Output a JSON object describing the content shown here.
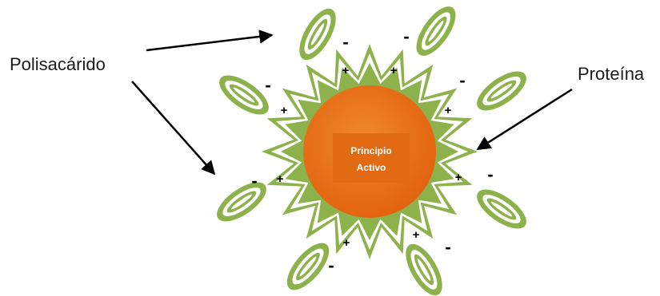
{
  "labels": {
    "polysaccharide": "Polisacárido",
    "protein": "Proteína",
    "core_line1": "Principio",
    "core_line2": "Activo"
  },
  "signs": {
    "plus": "+",
    "minus": "-"
  },
  "colors": {
    "core_orange": "#ea7117",
    "core_dark": "#c9520a",
    "star_green": "#8db24b",
    "arrow": "#000000"
  }
}
